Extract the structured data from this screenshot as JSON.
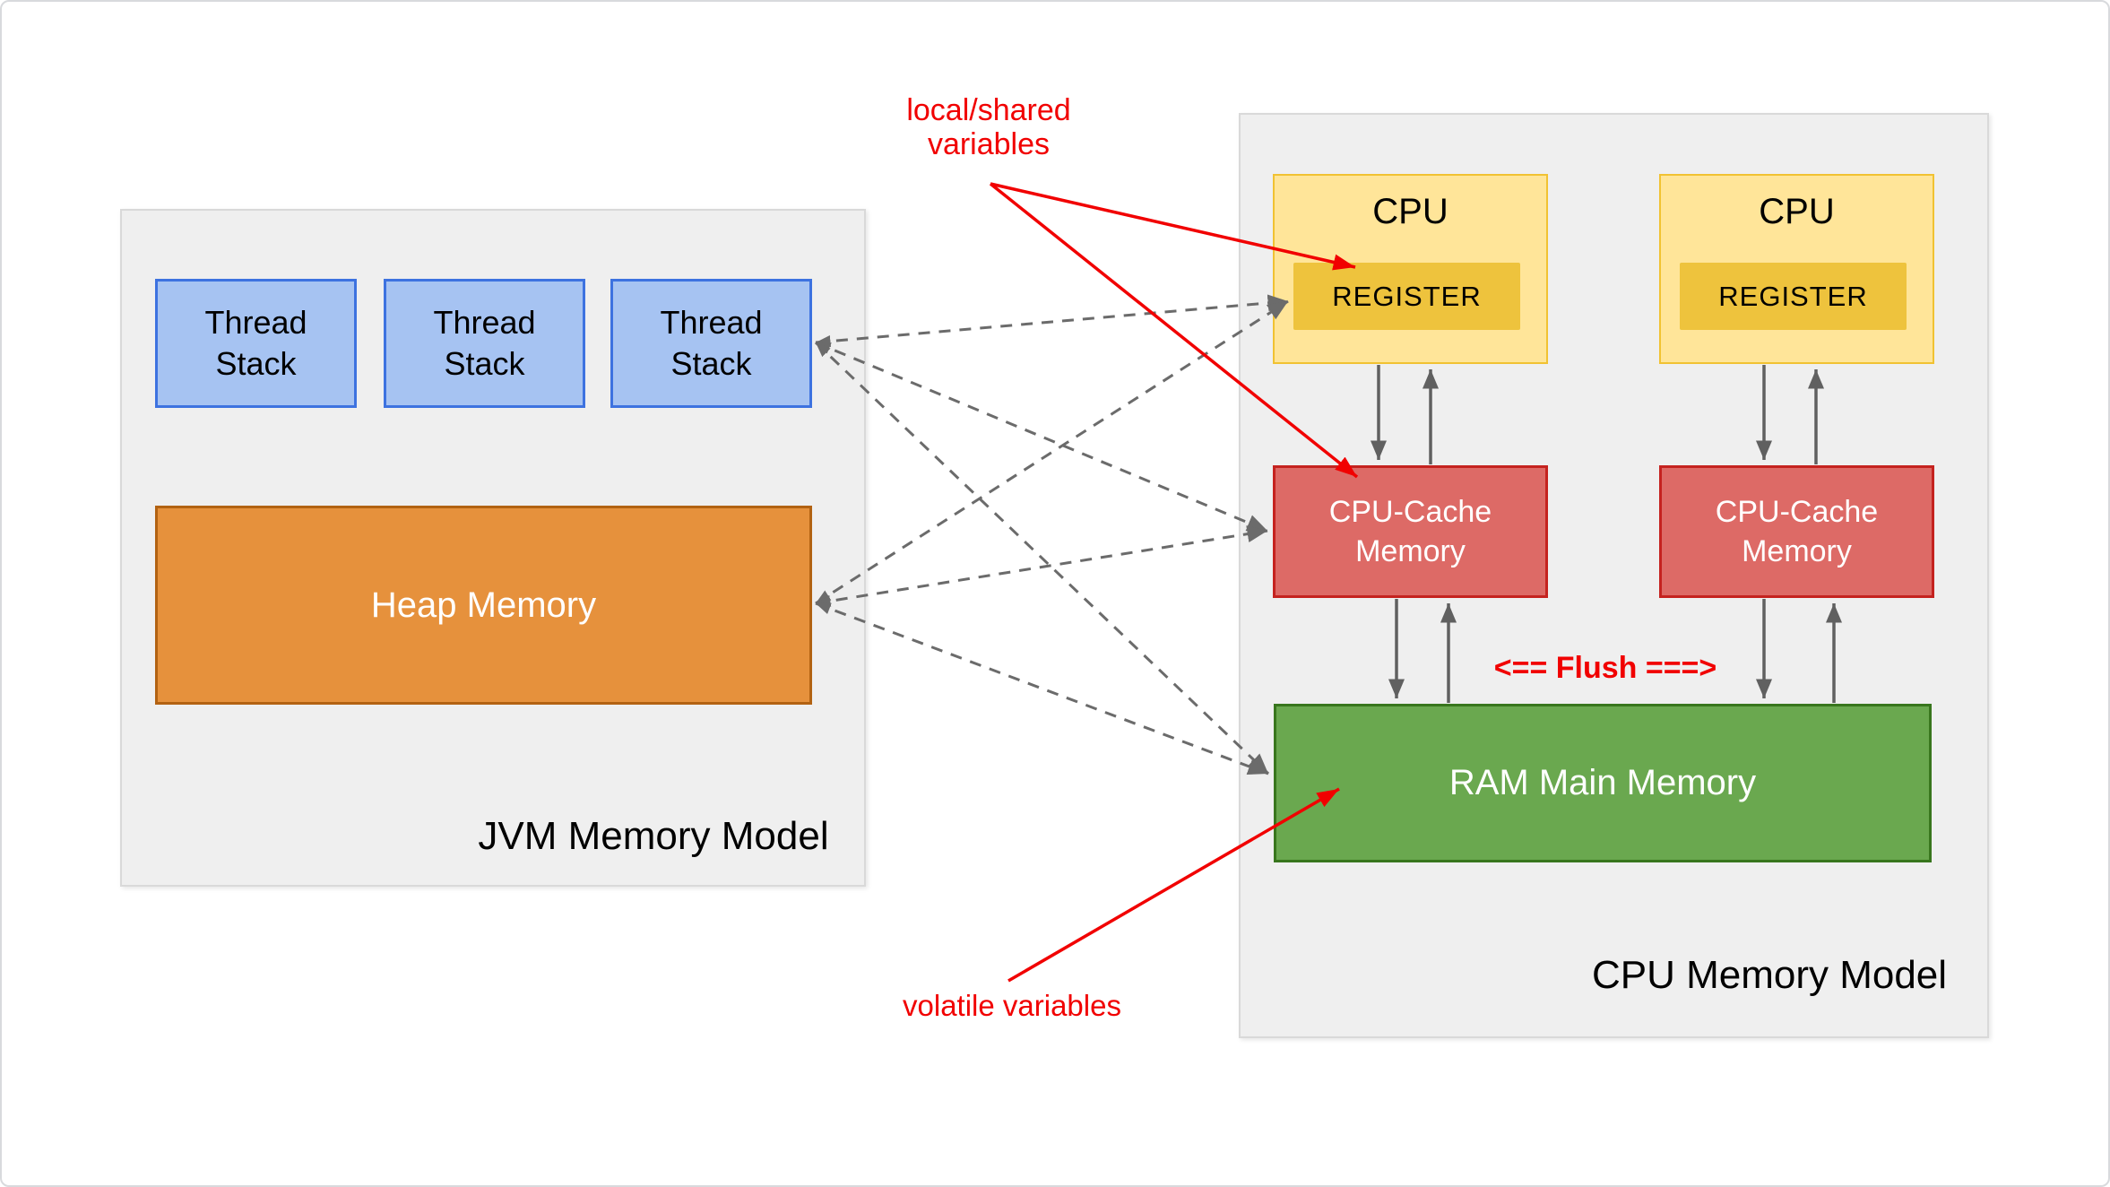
{
  "jvm_panel": {
    "title": "JVM Memory Model",
    "thread_stacks": [
      {
        "label": "Thread\nStack"
      },
      {
        "label": "Thread\nStack"
      },
      {
        "label": "Thread\nStack"
      }
    ],
    "heap": {
      "label": "Heap Memory"
    }
  },
  "cpu_panel": {
    "title": "CPU Memory Model",
    "flush_label": "<== Flush ===>",
    "cpus": [
      {
        "label": "CPU",
        "register_label": "REGISTER"
      },
      {
        "label": "CPU",
        "register_label": "REGISTER"
      }
    ],
    "caches": [
      {
        "label": "CPU-Cache\nMemory"
      },
      {
        "label": "CPU-Cache\nMemory"
      }
    ],
    "ram": {
      "label": "RAM Main Memory"
    }
  },
  "annotations": {
    "local_shared_label": "local/shared\nvariables",
    "volatile_label": "volatile variables"
  },
  "connections": {
    "dashed_description": "bidirectional dashed arrows between Thread Stack / Heap Memory and Register / CPU-Cache / RAM",
    "solid_description": "paired up/down arrows CPU<->Cache and Cache<->RAM",
    "red_description": "local/shared variables -> register & cache; volatile variables -> RAM"
  },
  "colors": {
    "panel_bg": "#efefef",
    "panel_border": "#d9d9d9",
    "thread_fill": "#a6c3f2",
    "thread_border": "#3d72e0",
    "heap_fill": "#e6913c",
    "heap_border": "#b26212",
    "cpu_fill": "#ffe599",
    "cpu_border": "#f1c232",
    "register_fill": "#eec33d",
    "cache_fill": "#dd6a66",
    "cache_border": "#c5221f",
    "ram_fill": "#6aa84f",
    "ram_border": "#38761d",
    "dashed_connector": "#6b6b6b",
    "solid_connector": "#606060",
    "annotation_red": "#f10000"
  }
}
